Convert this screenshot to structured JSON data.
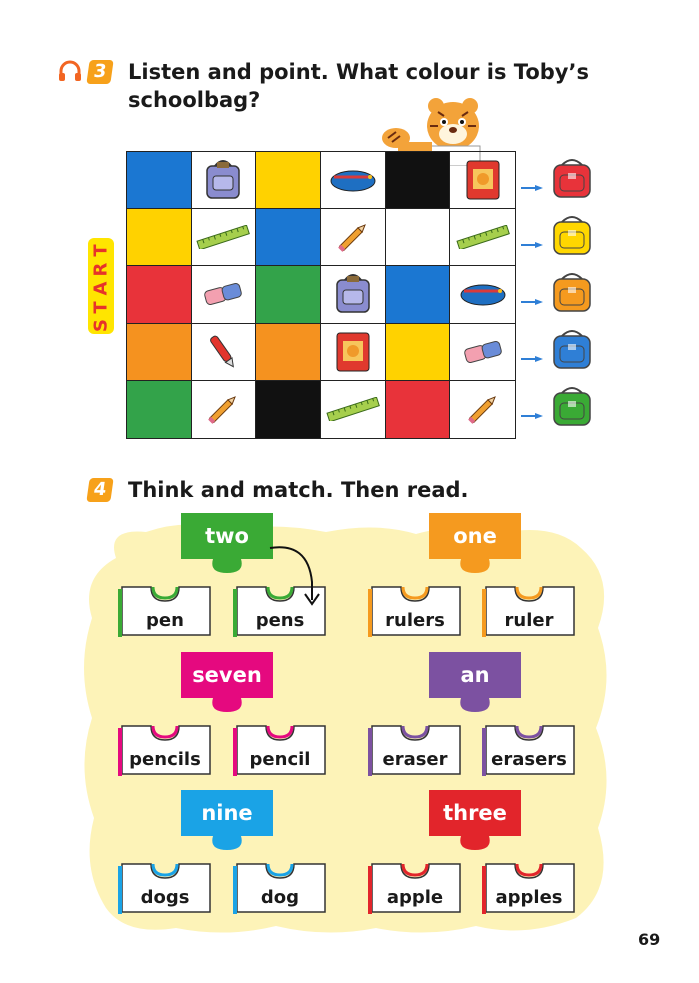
{
  "exercise3": {
    "number": "3",
    "title_line1": "Listen and point. What colour is Toby’s",
    "title_line2": "schoolbag?",
    "start_letters": [
      "S",
      "T",
      "A",
      "R",
      "T"
    ],
    "grid": [
      [
        "blue",
        "schoolbag",
        "yellow",
        "pencil-case",
        "black",
        "book"
      ],
      [
        "yellow",
        "ruler",
        "blue",
        "pencil",
        "white",
        "ruler"
      ],
      [
        "red",
        "eraser",
        "green",
        "schoolbag",
        "blue",
        "pencil-case"
      ],
      [
        "orange",
        "pen",
        "orange",
        "book",
        "yellow",
        "eraser"
      ],
      [
        "green",
        "pencil",
        "black",
        "ruler",
        "red",
        "pencil"
      ]
    ],
    "bag_colors": [
      "#e8333a",
      "#ffd700",
      "#f59a1f",
      "#2f7fd6",
      "#3aaa35"
    ]
  },
  "exercise4": {
    "number": "4",
    "title": "Think and match. Then read.",
    "groups": [
      {
        "word": "two",
        "color": "#3aaa35",
        "options": [
          "pen",
          "pens"
        ]
      },
      {
        "word": "one",
        "color": "#f59a1f",
        "options": [
          "rulers",
          "ruler"
        ]
      },
      {
        "word": "seven",
        "color": "#e5097f",
        "options": [
          "pencils",
          "pencil"
        ]
      },
      {
        "word": "an",
        "color": "#7c51a1",
        "options": [
          "eraser",
          "erasers"
        ]
      },
      {
        "word": "nine",
        "color": "#1aa3e6",
        "options": [
          "dogs",
          "dog"
        ]
      },
      {
        "word": "three",
        "color": "#e2252b",
        "options": [
          "apple",
          "apples"
        ]
      }
    ]
  },
  "colors": {
    "blue": "#1b77d2",
    "yellow": "#ffd200",
    "red": "#e8333a",
    "green": "#33a34a",
    "orange": "#f5921f",
    "black": "#111111",
    "white": "#ffffff",
    "accent": "#f7a11a"
  },
  "page_number": "69"
}
